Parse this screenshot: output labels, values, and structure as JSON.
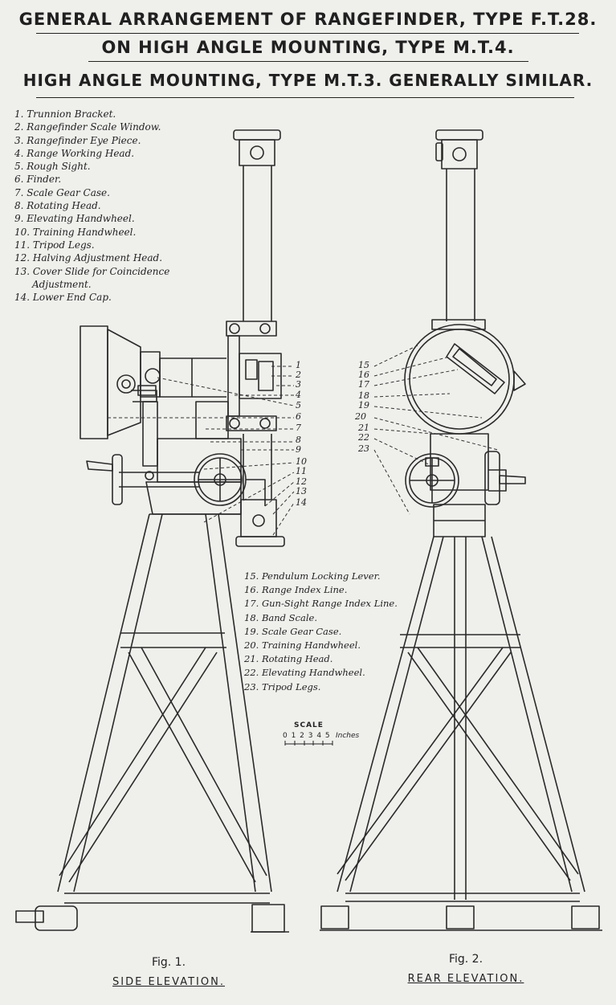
{
  "title": {
    "line1": "GENERAL ARRANGEMENT OF RANGEFINDER, TYPE F.T.28.",
    "line2": "ON HIGH ANGLE MOUNTING, TYPE M.T.4.",
    "line3": "HIGH ANGLE MOUNTING, TYPE M.T.3. GENERALLY SIMILAR."
  },
  "legend1": [
    "1. Trunnion Bracket.",
    "2. Rangefinder Scale Window.",
    "3. Rangefinder Eye Piece.",
    "4. Range Working Head.",
    "5. Rough Sight.",
    "6. Finder.",
    "7. Scale Gear Case.",
    "8. Rotating Head.",
    "9. Elevating Handwheel.",
    "10. Training Handwheel.",
    "11. Tripod Legs.",
    "12. Halving Adjustment Head.",
    "13. Cover Slide for Coincidence",
    "Adjustment.",
    "14. Lower End Cap."
  ],
  "legend2": [
    "15. Pendulum Locking Lever.",
    "16. Range Index Line.",
    "17. Gun-Sight Range Index Line.",
    "18. Band Scale.",
    "19. Scale Gear Case.",
    "20. Training Handwheel.",
    "21. Rotating Head.",
    "22. Elevating Handwheel.",
    "23. Tripod Legs."
  ],
  "callouts_fig1": [
    "1",
    "2",
    "3",
    "4",
    "5",
    "6",
    "7",
    "8",
    "9",
    "10",
    "11",
    "12",
    "13",
    "14"
  ],
  "callouts_fig2": [
    "15",
    "16",
    "17",
    "18",
    "19",
    "20",
    "21",
    "22",
    "23"
  ],
  "scale": {
    "label": "SCALE",
    "ticks": "0 1 2 3 4 5",
    "unit": "Inches"
  },
  "fig1": {
    "number": "Fig. 1.",
    "caption": "SIDE ELEVATION."
  },
  "fig2": {
    "number": "Fig. 2.",
    "caption": "REAR ELEVATION."
  }
}
